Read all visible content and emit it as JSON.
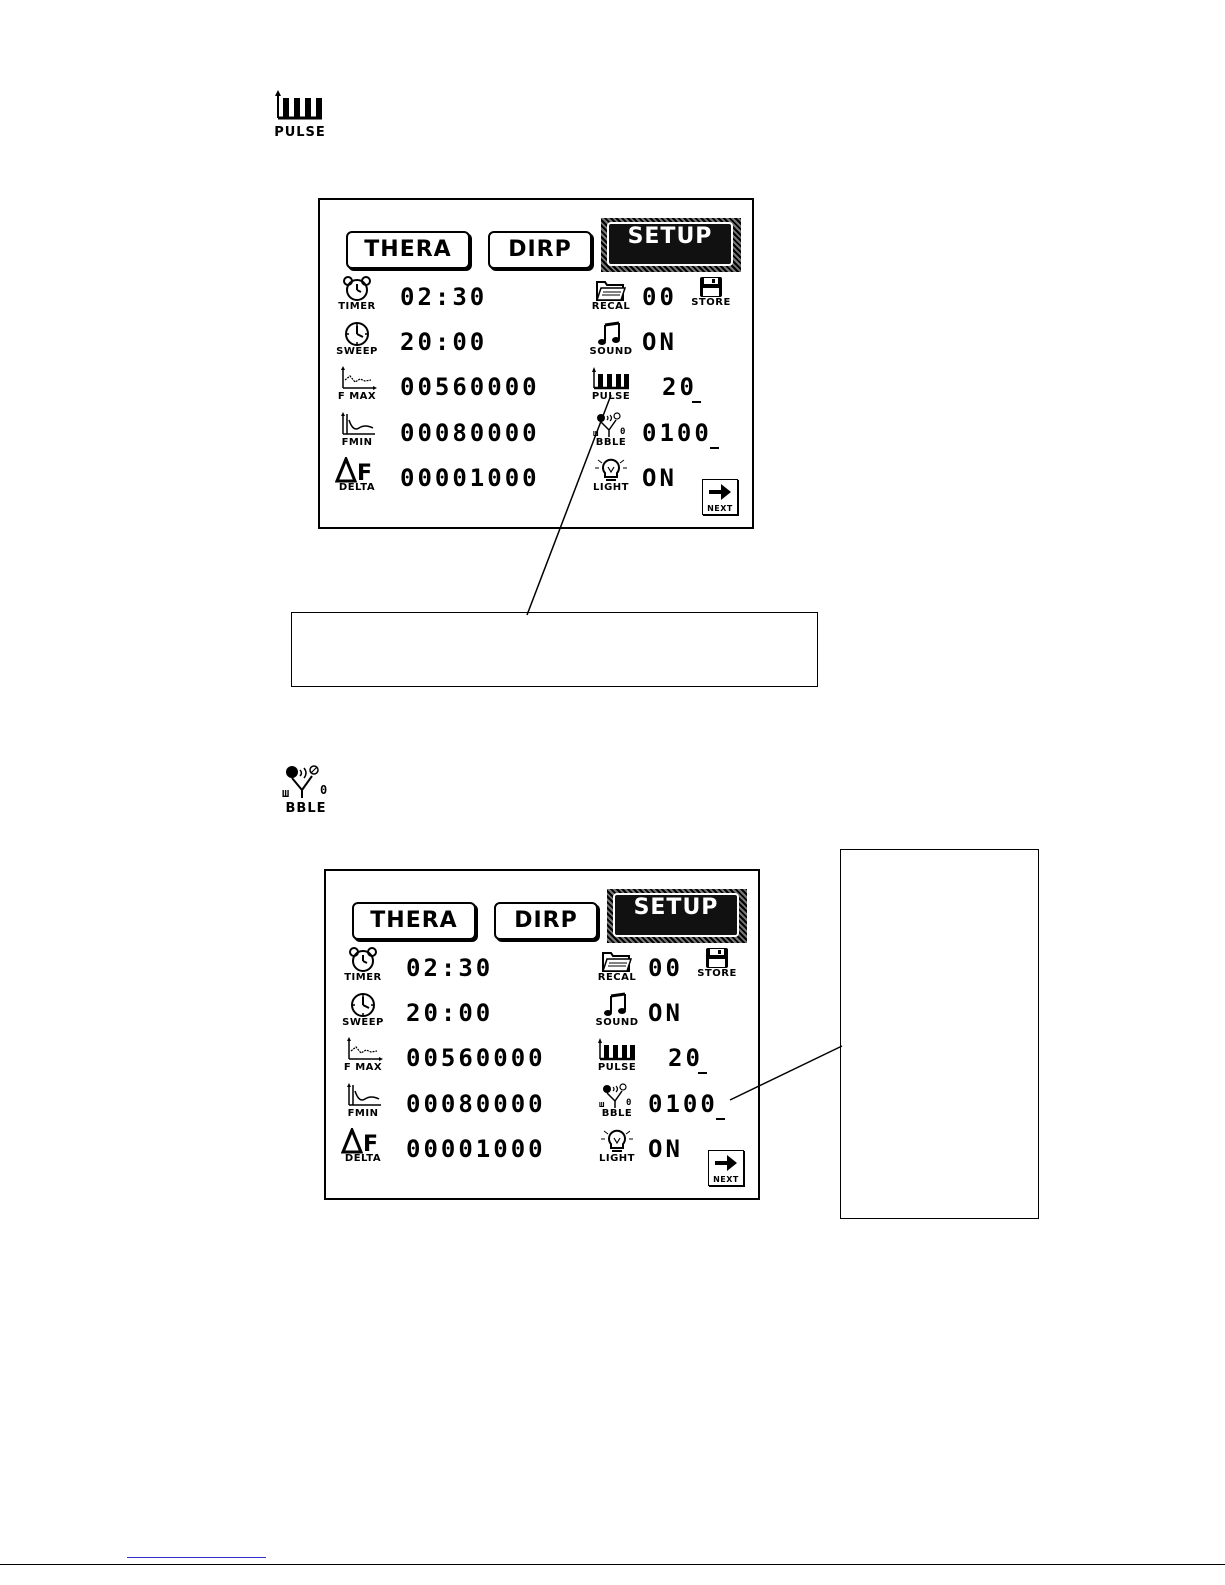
{
  "top_icon": {
    "name": "pulse-icon",
    "caption": "PULSE"
  },
  "middle_icon": {
    "name": "bble-icon",
    "caption": "BBLE"
  },
  "screens": [
    {
      "tabs": [
        {
          "label": "THERA",
          "active": false
        },
        {
          "label": "DIRP",
          "active": false
        },
        {
          "label": "SETUP",
          "active": true
        }
      ],
      "left_params": [
        {
          "icon": "timer-icon",
          "label": "TIMER",
          "value": "02:30"
        },
        {
          "icon": "sweep-icon",
          "label": "SWEEP",
          "value": "20:00"
        },
        {
          "icon": "fmax-icon",
          "label": "F MAX",
          "value": "00560000"
        },
        {
          "icon": "fmin-icon",
          "label": "FMIN",
          "value": "00080000"
        },
        {
          "icon": "delta-icon",
          "label": "DELTA",
          "value": "00001000"
        }
      ],
      "right_params": [
        {
          "icon": "recal-icon",
          "label": "RECAL",
          "value": "00"
        },
        {
          "icon": "sound-icon",
          "label": "SOUND",
          "value": "ON"
        },
        {
          "icon": "pulse-icon",
          "label": "PULSE",
          "value": "20"
        },
        {
          "icon": "bble-icon",
          "label": "BBLE",
          "value": "0100"
        },
        {
          "icon": "light-icon",
          "label": "LIGHT",
          "value": "ON"
        }
      ],
      "store_label": "STORE",
      "next_label": "NEXT"
    },
    {
      "tabs": [
        {
          "label": "THERA",
          "active": false
        },
        {
          "label": "DIRP",
          "active": false
        },
        {
          "label": "SETUP",
          "active": true
        }
      ],
      "left_params": [
        {
          "icon": "timer-icon",
          "label": "TIMER",
          "value": "02:30"
        },
        {
          "icon": "sweep-icon",
          "label": "SWEEP",
          "value": "20:00"
        },
        {
          "icon": "fmax-icon",
          "label": "F MAX",
          "value": "00560000"
        },
        {
          "icon": "fmin-icon",
          "label": "FMIN",
          "value": "00080000"
        },
        {
          "icon": "delta-icon",
          "label": "DELTA",
          "value": "00001000"
        }
      ],
      "right_params": [
        {
          "icon": "recal-icon",
          "label": "RECAL",
          "value": "00"
        },
        {
          "icon": "sound-icon",
          "label": "SOUND",
          "value": "ON"
        },
        {
          "icon": "pulse-icon",
          "label": "PULSE",
          "value": "20"
        },
        {
          "icon": "bble-icon",
          "label": "BBLE",
          "value": "0100"
        },
        {
          "icon": "light-icon",
          "label": "LIGHT",
          "value": "ON"
        }
      ],
      "store_label": "STORE",
      "next_label": "NEXT"
    }
  ]
}
